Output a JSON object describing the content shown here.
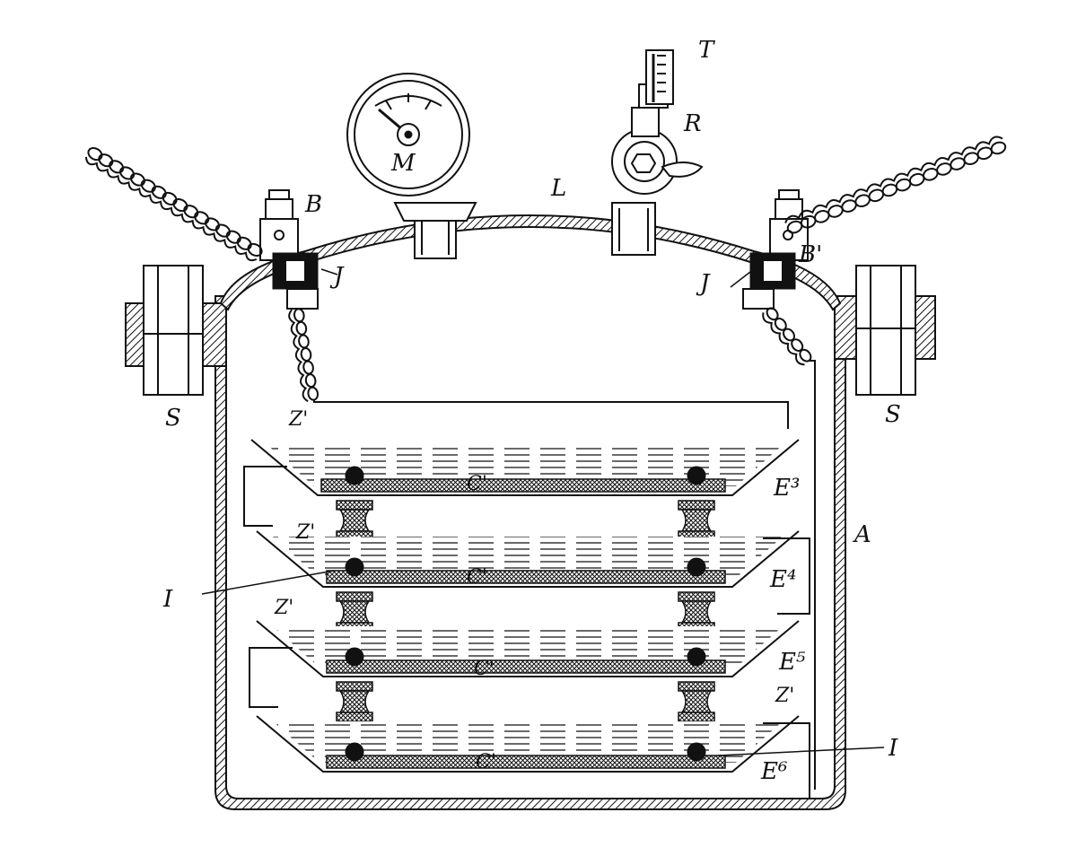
{
  "labels": {
    "lid": "L",
    "manometer": "M",
    "thermometer": "T",
    "valve": "R",
    "terminal_left": "B",
    "terminal_right": "B'",
    "insulator_left": "J",
    "insulator_right": "J",
    "bolt_left": "S",
    "bolt_right": "S",
    "vessel": "A",
    "insulator_ref_left": "I",
    "insulator_ref_right": "I",
    "conductor_z1": "Z'",
    "conductor_z2": "Z'",
    "conductor_z3": "Z'",
    "conductor_z4": "Z'",
    "plate_c1": "C'",
    "plate_c2": "C'",
    "plate_c3": "C'",
    "plate_c4": "C'",
    "tray_e3": "E³",
    "tray_e4": "E⁴",
    "tray_e5": "E⁵",
    "tray_e6": "E⁶"
  },
  "colors": {
    "ink": "#111111",
    "paper": "#ffffff"
  }
}
